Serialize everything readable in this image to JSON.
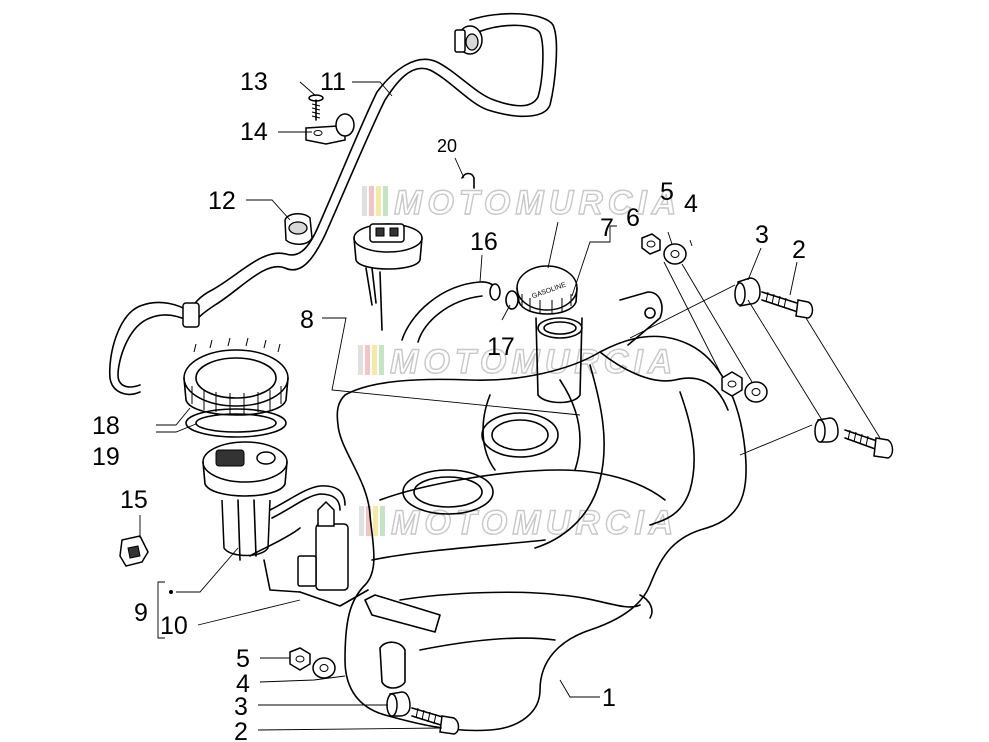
{
  "watermark": "MOTOMURCIA",
  "watermark_colors": [
    "#e6e6e6",
    "#f4c9c9",
    "#f5ecb0",
    "#c9e6c9"
  ],
  "gasoline_label": "GASOLINE",
  "callouts": {
    "c1": "1",
    "c2a": "2",
    "c2b": "2",
    "c3a": "3",
    "c3b": "3",
    "c4a": "4",
    "c4b": "4",
    "c5a": "5",
    "c5b": "5",
    "c6": "6",
    "c7": "7",
    "c8": "8",
    "c9": "9",
    "c10": "10",
    "c11": "11",
    "c12": "12",
    "c13": "13",
    "c14": "14",
    "c15": "15",
    "c16": "16",
    "c17": "17",
    "c18": "18",
    "c19": "19",
    "c20": "20"
  }
}
